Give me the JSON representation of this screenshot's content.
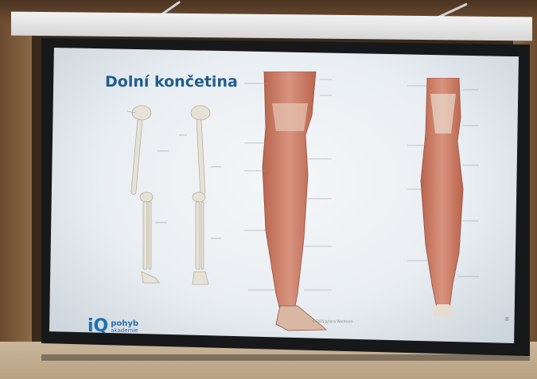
{
  "slide": {
    "title": "Dolní končetina",
    "page_number": "8",
    "copyright": "© 2015 Juliana Wechsová",
    "logo": {
      "mark": "iQ",
      "word1": "pohyb",
      "word2": "akademie"
    }
  },
  "colors": {
    "title": "#1f5d8e",
    "slide_background": "#eef2f4",
    "screen_frame": "#17181a",
    "muscle": "#c97a62",
    "bone": "#e7e2d8",
    "logo": "#1f6fb0"
  },
  "icons": {
    "logo": "iq-pohyb-logo-icon"
  }
}
